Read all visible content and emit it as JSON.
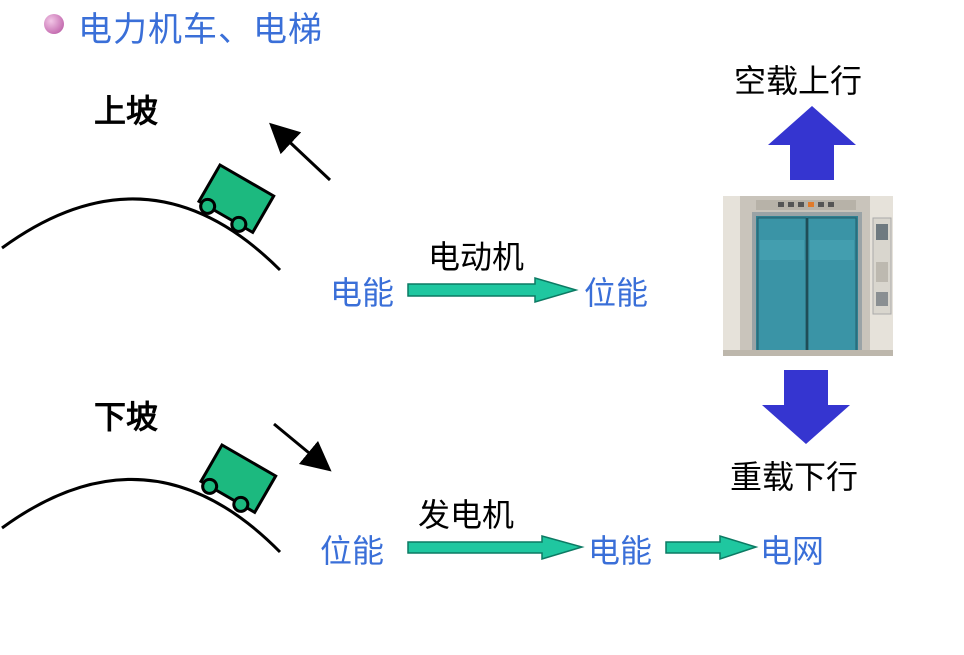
{
  "title": "电力机车、电梯",
  "uphill": {
    "label": "上坡",
    "from": "电能",
    "machine": "电动机",
    "to": "位能"
  },
  "downhill": {
    "label": "下坡",
    "from": "位能",
    "machine": "发电机",
    "mid": "电能",
    "to": "电网"
  },
  "elevator": {
    "up_label": "空载上行",
    "down_label": "重载下行"
  },
  "colors": {
    "blue_text": "#3a6fd8",
    "arrow_green": "#1fc7a0",
    "car_green": "#1cb97f",
    "elevator_arrow": "#3535d0"
  }
}
